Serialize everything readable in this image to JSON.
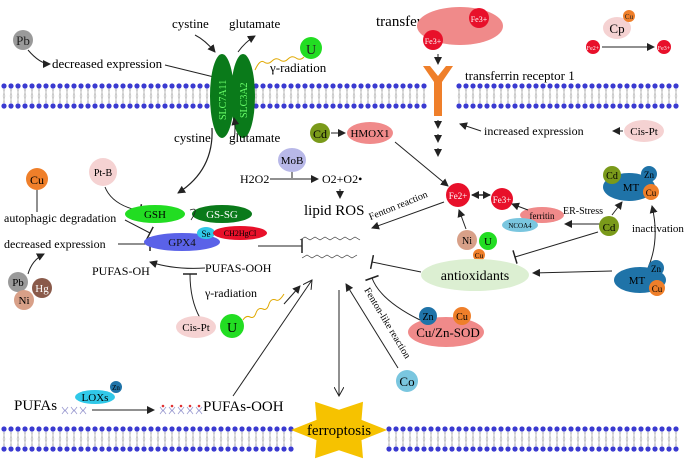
{
  "nodes": {
    "pb_top": "Pb",
    "decreased_expr_top": "decreased expression",
    "cystine_top": "cystine",
    "glutamate_top": "glutamate",
    "slc7a11": "SLC7A11",
    "slc3a2": "SLC3A2",
    "u_top": "U",
    "gamma_rad_top": "γ-radiation",
    "cystine_bottom": "cystine",
    "glutamate_bottom": "glutamate",
    "transferrin": "transferrin",
    "fe3_transferrin_a": "Fe3+",
    "fe3_transferrin_b": "Fe3+",
    "transferrin_receptor": "transferrin receptor 1",
    "cp": "Cp",
    "cp_cu": "Cu",
    "cp_fe_left": "Fe2+",
    "cp_fe_right": "Fe3+",
    "increased_expr": "increased expression",
    "cis_pt_right": "Cis-Pt",
    "cd_hmox": "Cd",
    "hmox1": "HMOX1",
    "cu_left": "Cu",
    "autophagic": "autophagic degradation",
    "decreased_expr_left": "decreased expression",
    "pb_left": "Pb",
    "hg_left": "Hg",
    "ni_left": "Ni",
    "pt_b": "Pt-B",
    "gsh": "GSH",
    "gs_sg": "GS-SG",
    "gpx4": "GPX4",
    "se": "Se",
    "ch2hgcl": "CH2HgCl",
    "pufas_oh": "PUFAS-OH",
    "pufas_ooh_mid": "PUFAS-OOH",
    "gamma_rad_mid": "γ-radiation",
    "cis_pt_left": "Cis-Pt",
    "u_mid": "U",
    "h2o2": "H2O2",
    "mob": "MoB",
    "o2_radical": "O2+O2•",
    "lipid_ros": "lipid ROS",
    "fenton": "Fenton reaction",
    "fe2_center": "Fe2+",
    "fe3_center": "Fe3+",
    "ferritin": "ferritin",
    "ncoa4": "NCOA4",
    "er_stress": "ER-Stress",
    "ni_center": "Ni",
    "u_center": "U",
    "cu_center": "Cu",
    "cd_mt": "Cd",
    "zn_mt_top": "Zn",
    "mt_top": "MT",
    "cu_mt_top": "Cu",
    "cd_right": "Cd",
    "inactivation": "inactivation",
    "antioxidants": "antioxidants",
    "mt_bottom": "MT",
    "zn_mt_bottom": "Zn",
    "cu_mt_bottom": "Cu",
    "fenton_like": "Fenton-like reaction",
    "zn_sod": "Zn",
    "cu_sod": "Cu",
    "sod": "Cu/Zn-SOD",
    "co": "Co",
    "pufas_bottom": "PUFAs",
    "loxs": "LOXs",
    "zn_loxs": "Zn",
    "pufas_ooh_bottom": "PUFAs-OOH",
    "ferroptosis": "ferroptosis"
  },
  "colors": {
    "membrane_head": "#3a3ad0",
    "gray": "#9a9a9a",
    "green": "#22dd22",
    "dark_green": "#0a7a1a",
    "red": "#e8102a",
    "pink": "#f08a8a",
    "light_pink": "#f5d2d2",
    "orange": "#ef7f2a",
    "olive": "#7a9a1a",
    "blue_purple": "#5a62e8",
    "lavender": "#b8b8e8",
    "light_green": "#dcefd2",
    "teal": "#1f73a8",
    "light_blue": "#7ac6df",
    "cyan": "#30c8e8",
    "gold": "#f6c200",
    "brown": "#8a5a4a",
    "tan": "#d8a088"
  }
}
